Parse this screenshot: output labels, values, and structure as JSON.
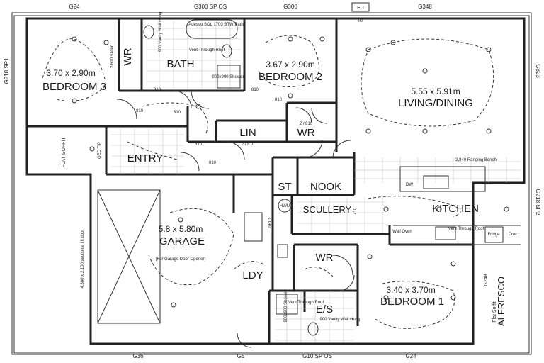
{
  "rooms": {
    "bed3": {
      "name": "BEDROOM 3",
      "dims": "3.70 x 2.90m"
    },
    "wr1": {
      "name": "WR"
    },
    "bath": {
      "name": "BATH"
    },
    "bed2": {
      "name": "BEDROOM 2",
      "dims": "3.67 x 2.90m"
    },
    "living": {
      "name": "LIVING/DINING",
      "dims": "5.55 x 5.91m"
    },
    "lin": {
      "name": "LIN"
    },
    "wr2": {
      "name": "WR"
    },
    "entry": {
      "name": "ENTRY"
    },
    "st": {
      "name": "ST"
    },
    "nook": {
      "name": "NOOK"
    },
    "scullery": {
      "name": "SCULLERY"
    },
    "kitchen": {
      "name": "KITCHEN"
    },
    "garage": {
      "name": "GARAGE",
      "dims": "5.8 x 5.80m",
      "note": "(For Garage Door Opener)"
    },
    "ldy": {
      "name": "LDY"
    },
    "wr3": {
      "name": "WR"
    },
    "es": {
      "name": "E/S"
    },
    "bed1": {
      "name": "BEDROOM 1",
      "dims": "3.40 x 3.70m"
    },
    "alfresco": {
      "name": "ALFRESCO"
    }
  },
  "edge_labels": {
    "g24_top": "G24",
    "g300_spos": "G300 SP OS",
    "g300": "G300",
    "eu": "EU",
    "iu": "IU",
    "g348": "G348",
    "g218_sp1": "G218 SP1",
    "g323": "G323",
    "g218_sp2": "G218 SP2",
    "g248": "G248",
    "g36": "G36",
    "g5": "G5",
    "g10_spos": "G10 SP OS",
    "g24_bottom": "G24",
    "flat_soffit_1": "FLAT SOFFIT",
    "flat_soffit_2": "Flat Soffit"
  },
  "notes": {
    "robe_bed3": "2/610 Slider",
    "bath_fixture": "Adesso SOL 1700 BTW Bath",
    "wr_vanity": "900 Vanity Wall Hung",
    "vent_bath": "Vent Through Roof",
    "shower": "900x900 Shower",
    "door_810_a": "810",
    "door_810_b": "810",
    "door_810_c": "810",
    "door_810_d": "810",
    "door_810_e": "810",
    "door_810_f": "810",
    "door_810_g": "810",
    "lin_door": "2 / 810",
    "wr_door": "2 / 810",
    "ged_cupboard": "GED TIP",
    "bench": "2,840 Ranging Bench",
    "dw": "DW",
    "wall_oven": "Wall Oven",
    "vent_kitchen": "Vent Through Roof",
    "fridge": "Fridge",
    "croc": "Croc",
    "garage_door": "4,800 x 2,100 sectional lift door",
    "ldy_door": "2/610",
    "ldy_door2": "710",
    "hwu": "HWU",
    "es_vent": "Vent Through Roof",
    "es_vanity": "900 Vanity Wall Hung",
    "es_shower": "900x900 Shower"
  }
}
